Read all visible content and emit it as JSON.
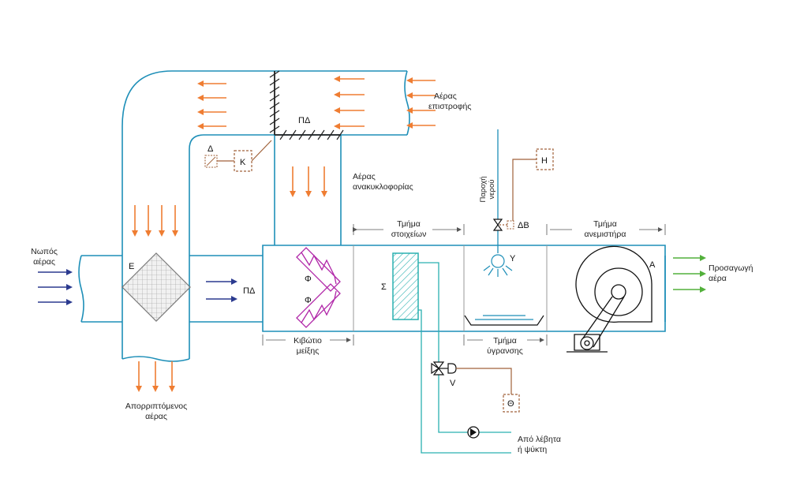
{
  "colors": {
    "duct": "#1e8fb8",
    "exhaust_arrow": "#ef7d32",
    "fresh_arrow": "#2b3a8f",
    "supply_arrow": "#52b03b",
    "damper": "#b026a8",
    "coil": "#2ab0b0",
    "control": "#a0623a",
    "section_line": "#999999"
  },
  "labels": {
    "fresh_air": [
      "Νωπός",
      "αέρας"
    ],
    "return_air": [
      "Αέρας",
      "επιστροφής"
    ],
    "recirc_air": [
      "Αέρας",
      "ανακυκλοφορίας"
    ],
    "exhaust_air": [
      "Απορριπτόμενος",
      "αέρας"
    ],
    "supply_air": [
      "Προσαγωγή",
      "αέρα"
    ],
    "water_supply": [
      "Παροχή",
      "νερού"
    ],
    "from_boiler": [
      "Από λέβητα",
      "ή ψύκτη"
    ],
    "mixing_box": [
      "Κιβώτιο",
      "μείξης"
    ],
    "coil_section": [
      "Τμήμα",
      "στοιχείων"
    ],
    "humid_section": [
      "Τμήμα",
      "ύγρανσης"
    ],
    "fan_section": [
      "Τμήμα",
      "ανεμιστήρα"
    ]
  },
  "symbols": {
    "E": "Ε",
    "PD1": "ΠΔ",
    "PD2": "ΠΔ",
    "D": "Δ",
    "K": "Κ",
    "H": "Η",
    "DB": "ΔΒ",
    "Y": "Υ",
    "F1": "Φ",
    "F2": "Φ",
    "S": "Σ",
    "V": "V",
    "TH": "Θ",
    "A": "Α"
  }
}
